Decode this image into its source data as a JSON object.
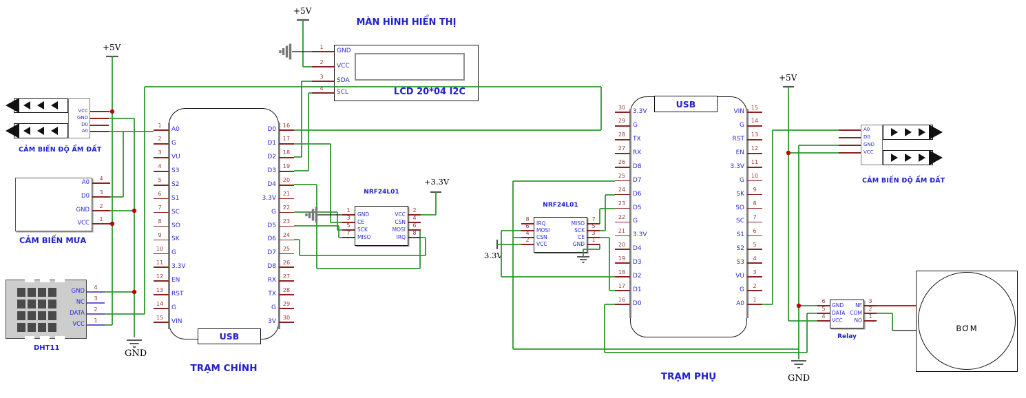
{
  "power": {
    "v5_left": "+5V",
    "v5_lcd": "+5V",
    "v5_right": "+5V",
    "gnd_left": "GND",
    "gnd_right": "GND",
    "v33_main": "+3.3V",
    "v33_sub": "3.3V"
  },
  "soil_left": {
    "title": "CẢM BIẾN ĐỘ ẨM ĐẤT",
    "pins": [
      {
        "n": "",
        "l": "VCC"
      },
      {
        "n": "",
        "l": "GND"
      },
      {
        "n": "",
        "l": "D0"
      },
      {
        "n": "",
        "l": "A0"
      }
    ]
  },
  "rain": {
    "title": "CẢM BIẾN MƯA",
    "pins": [
      {
        "n": "4",
        "l": "A0"
      },
      {
        "n": "3",
        "l": "D0"
      },
      {
        "n": "2",
        "l": "GND"
      },
      {
        "n": "1",
        "l": "VCC"
      }
    ]
  },
  "dht": {
    "title": "DHT11",
    "pins": [
      {
        "n": "4",
        "l": "GND"
      },
      {
        "n": "3",
        "l": "NC"
      },
      {
        "n": "2",
        "l": "DATA"
      },
      {
        "n": "1",
        "l": "VCC"
      }
    ]
  },
  "mcu_main": {
    "title": "TRẠM CHÍNH",
    "usb": "USB",
    "pins_left": [
      {
        "n": "1",
        "l": "A0"
      },
      {
        "n": "2",
        "l": "G"
      },
      {
        "n": "3",
        "l": "VU"
      },
      {
        "n": "4",
        "l": "S3"
      },
      {
        "n": "5",
        "l": "S2"
      },
      {
        "n": "6",
        "l": "S1"
      },
      {
        "n": "7",
        "l": "SC"
      },
      {
        "n": "8",
        "l": "SO"
      },
      {
        "n": "9",
        "l": "SK"
      },
      {
        "n": "10",
        "l": "G"
      },
      {
        "n": "11",
        "l": "3.3V"
      },
      {
        "n": "12",
        "l": "EN"
      },
      {
        "n": "13",
        "l": "RST"
      },
      {
        "n": "14",
        "l": "G"
      },
      {
        "n": "15",
        "l": "VIN"
      }
    ],
    "pins_right": [
      {
        "n": "16",
        "l": "D0"
      },
      {
        "n": "17",
        "l": "D1"
      },
      {
        "n": "18",
        "l": "D2"
      },
      {
        "n": "19",
        "l": "D3"
      },
      {
        "n": "20",
        "l": "D4"
      },
      {
        "n": "21",
        "l": "3.3V"
      },
      {
        "n": "22",
        "l": "G"
      },
      {
        "n": "23",
        "l": "D5"
      },
      {
        "n": "24",
        "l": "D6"
      },
      {
        "n": "25",
        "l": "D7"
      },
      {
        "n": "26",
        "l": "D8"
      },
      {
        "n": "27",
        "l": "RX"
      },
      {
        "n": "28",
        "l": "TX"
      },
      {
        "n": "29",
        "l": "G"
      },
      {
        "n": "30",
        "l": "3V"
      }
    ]
  },
  "mcu_sub": {
    "title": "TRẠM PHỤ",
    "usb": "USB",
    "pins_left": [
      {
        "n": "30",
        "l": "3.3V"
      },
      {
        "n": "29",
        "l": "G"
      },
      {
        "n": "28",
        "l": "TX"
      },
      {
        "n": "27",
        "l": "RX"
      },
      {
        "n": "26",
        "l": "D8"
      },
      {
        "n": "25",
        "l": "D7"
      },
      {
        "n": "24",
        "l": "D6"
      },
      {
        "n": "23",
        "l": "D5"
      },
      {
        "n": "22",
        "l": "G"
      },
      {
        "n": "21",
        "l": "3.3V"
      },
      {
        "n": "20",
        "l": "D4"
      },
      {
        "n": "19",
        "l": "D3"
      },
      {
        "n": "18",
        "l": "D2"
      },
      {
        "n": "17",
        "l": "D1"
      },
      {
        "n": "16",
        "l": "D0"
      }
    ],
    "pins_right": [
      {
        "n": "15",
        "l": "VIN"
      },
      {
        "n": "14",
        "l": "G"
      },
      {
        "n": "13",
        "l": "RST"
      },
      {
        "n": "12",
        "l": "EN"
      },
      {
        "n": "11",
        "l": "3.3V"
      },
      {
        "n": "10",
        "l": "G"
      },
      {
        "n": "9",
        "l": "SK"
      },
      {
        "n": "8",
        "l": "SO"
      },
      {
        "n": "7",
        "l": "SC"
      },
      {
        "n": "6",
        "l": "S1"
      },
      {
        "n": "5",
        "l": "S2"
      },
      {
        "n": "4",
        "l": "S3"
      },
      {
        "n": "3",
        "l": "VU"
      },
      {
        "n": "2",
        "l": "G"
      },
      {
        "n": "1",
        "l": "A0"
      }
    ]
  },
  "lcd": {
    "title": "MÀN HÌNH HIỂN THỊ",
    "model": "LCD 20*04 I2C",
    "pins": [
      {
        "n": "1",
        "l": "GND"
      },
      {
        "n": "2",
        "l": "VCC"
      },
      {
        "n": "3",
        "l": "SDA"
      },
      {
        "n": "4",
        "l": "SCL"
      }
    ]
  },
  "nrf_main": {
    "title": "NRF24L01",
    "left": [
      {
        "n": "1",
        "l": "GND"
      },
      {
        "n": "3",
        "l": "CE"
      },
      {
        "n": "5",
        "l": "SCK"
      },
      {
        "n": "7",
        "l": "MISO"
      }
    ],
    "right": [
      {
        "n": "2",
        "l": "VCC"
      },
      {
        "n": "4",
        "l": "CSN"
      },
      {
        "n": "6",
        "l": "MOSI"
      },
      {
        "n": "8",
        "l": "IRQ"
      }
    ]
  },
  "nrf_sub": {
    "title": "NRF24L01",
    "left": [
      {
        "n": "8",
        "l": "IRQ"
      },
      {
        "n": "6",
        "l": "MOSI"
      },
      {
        "n": "4",
        "l": "CSN"
      },
      {
        "n": "2",
        "l": "VCC"
      }
    ],
    "right": [
      {
        "n": "7",
        "l": "MISO"
      },
      {
        "n": "5",
        "l": "SCK"
      },
      {
        "n": "3",
        "l": "CE"
      },
      {
        "n": "1",
        "l": "GND"
      }
    ]
  },
  "relay": {
    "title": "Relay",
    "left": [
      {
        "n": "6",
        "l": "GND"
      },
      {
        "n": "5",
        "l": "DATA"
      },
      {
        "n": "4",
        "l": "VCC"
      }
    ],
    "right": [
      {
        "n": "3",
        "l": "NF"
      },
      {
        "n": "2",
        "l": "COM"
      },
      {
        "n": "1",
        "l": "NO"
      }
    ]
  },
  "soil_right": {
    "title": "CẢM BIẾN ĐỘ ẨM ĐẤT",
    "pins": [
      {
        "n": "",
        "l": "A0"
      },
      {
        "n": "",
        "l": "D0"
      },
      {
        "n": "",
        "l": "GND"
      },
      {
        "n": "",
        "l": "VCC"
      }
    ]
  },
  "pump": {
    "label": "BƠM"
  },
  "colors": {
    "wire_green": "#2f962f",
    "wire_red": "#c00000",
    "stub": "#8b2121",
    "dht_stub": "#6a5ad1",
    "pin_text": "#2a2ad2",
    "num_text": "#a03636",
    "label_blue": "#2222cc",
    "junction": "#c00000"
  }
}
